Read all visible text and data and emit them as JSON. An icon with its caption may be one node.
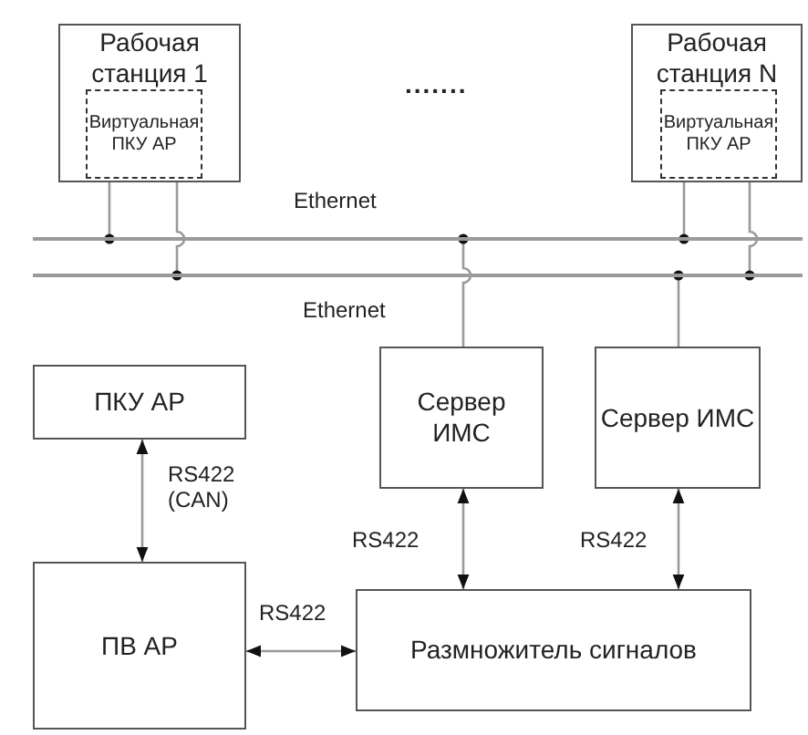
{
  "diagram": {
    "nodes": [
      {
        "text": [
          "Рабочая станция 1"
        ]
      },
      {
        "text": [
          "Виртуальная ПКУ АР"
        ],
        "in": 0
      },
      {
        "text": [
          "Рабочая станция N"
        ]
      },
      {
        "text": [
          "Виртуальная ПКУ АР"
        ],
        "in": 2
      },
      {
        "text": [],
        "shape": "bar",
        "beside": [
          "Ethernet"
        ]
      },
      {
        "text": [],
        "shape": "bar",
        "beside": [
          "Ethernet"
        ]
      },
      {
        "text": [
          "ПКУ АР"
        ]
      },
      {
        "text": [
          "Сервер ИМС"
        ]
      },
      {
        "text": [
          "Сервер ИМС"
        ]
      },
      {
        "text": [
          "ПВ АР"
        ]
      },
      {
        "text": [
          "Размножитель сигналов"
        ]
      }
    ],
    "edges": [
      {
        "from": 0,
        "to": 4,
        "arrow": "none"
      },
      {
        "from": 0,
        "to": 5,
        "arrow": "none"
      },
      {
        "from": 2,
        "to": 4,
        "arrow": "none"
      },
      {
        "from": 2,
        "to": 5,
        "arrow": "none"
      },
      {
        "from": 7,
        "to": 4,
        "arrow": "none"
      },
      {
        "from": 8,
        "to": 5,
        "arrow": "none"
      },
      {
        "from": 6,
        "to": 9,
        "arrow": "both",
        "label": "RS422 (CAN)"
      },
      {
        "from": 7,
        "to": 10,
        "arrow": "both",
        "label": "RS422"
      },
      {
        "from": 8,
        "to": 10,
        "arrow": "both",
        "label": "RS422"
      },
      {
        "from": 9,
        "to": 10,
        "arrow": "both",
        "label": "RS422"
      }
    ],
    "labels": [
      "......."
    ]
  }
}
